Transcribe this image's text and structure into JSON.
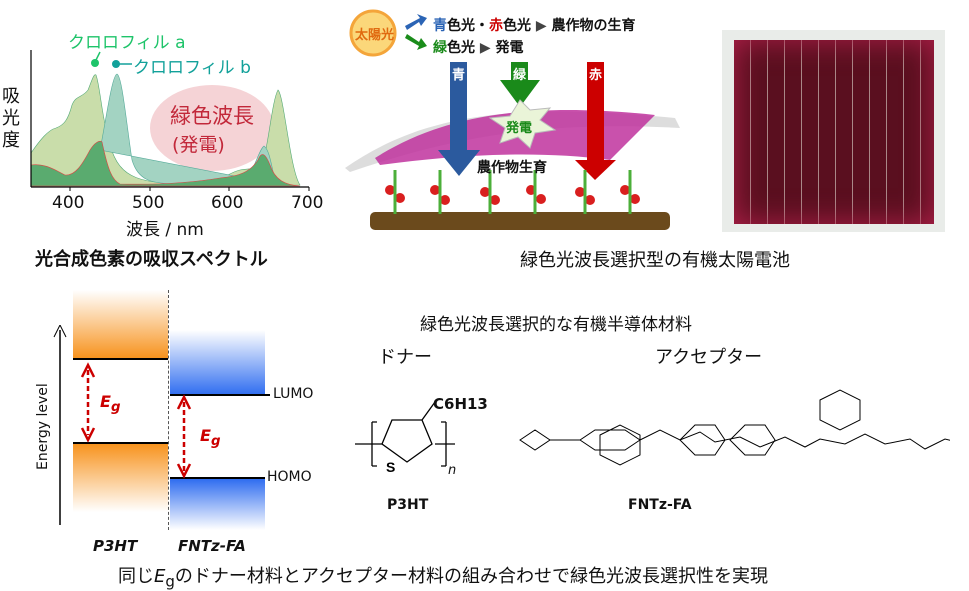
{
  "spectrum": {
    "title": "光合成色素の吸収スペクトル",
    "ylabel": "吸光度",
    "xlabel": "波長 / nm",
    "xticks": [
      "400",
      "500",
      "600",
      "700"
    ],
    "legend_a": "クロロフィル a",
    "legend_b": "クロロフィル b",
    "highlight_line1": "緑色波長",
    "highlight_line2": "(発電)",
    "colors": {
      "chl_a": "#c9ddaa",
      "chl_b": "#a3d3c2",
      "carotenoid": "#5aab6f",
      "highlight": "#f5d3d6"
    }
  },
  "concept": {
    "sun": "太陽光",
    "line1_blue": "青",
    "line1_mid": "色光・",
    "line1_red": "赤",
    "line1_end": "色光",
    "line1_result": "農作物の生育",
    "line2_green": "緑",
    "line2_end": "色光",
    "line2_result": "発電",
    "arrow_blue": "青",
    "arrow_green": "緑",
    "arrow_red": "赤",
    "burst": "発電",
    "crops": "農作物生育",
    "title": "緑色光波長選択型の有機太陽電池"
  },
  "energy": {
    "axis": "Energy level",
    "eg": "E",
    "eg_sub": "g",
    "lumo": "LUMO",
    "homo": "HOMO",
    "donor": "P3HT",
    "acceptor": "FNTz-FA"
  },
  "materials": {
    "title": "緑色光波長選択的な有機半導体材料",
    "donor_heading": "ドナー",
    "acceptor_heading": "アクセプター",
    "donor_sub": "C6H13",
    "donor_n": "n",
    "donor_name": "P3HT",
    "acceptor_name": "FNTz-FA"
  },
  "footer": {
    "pre": "同じ",
    "eg": "E",
    "eg_sub": "g",
    "post": "のドナー材料とアクセプター材料の組み合わせで緑色光波長選択性を実現"
  }
}
